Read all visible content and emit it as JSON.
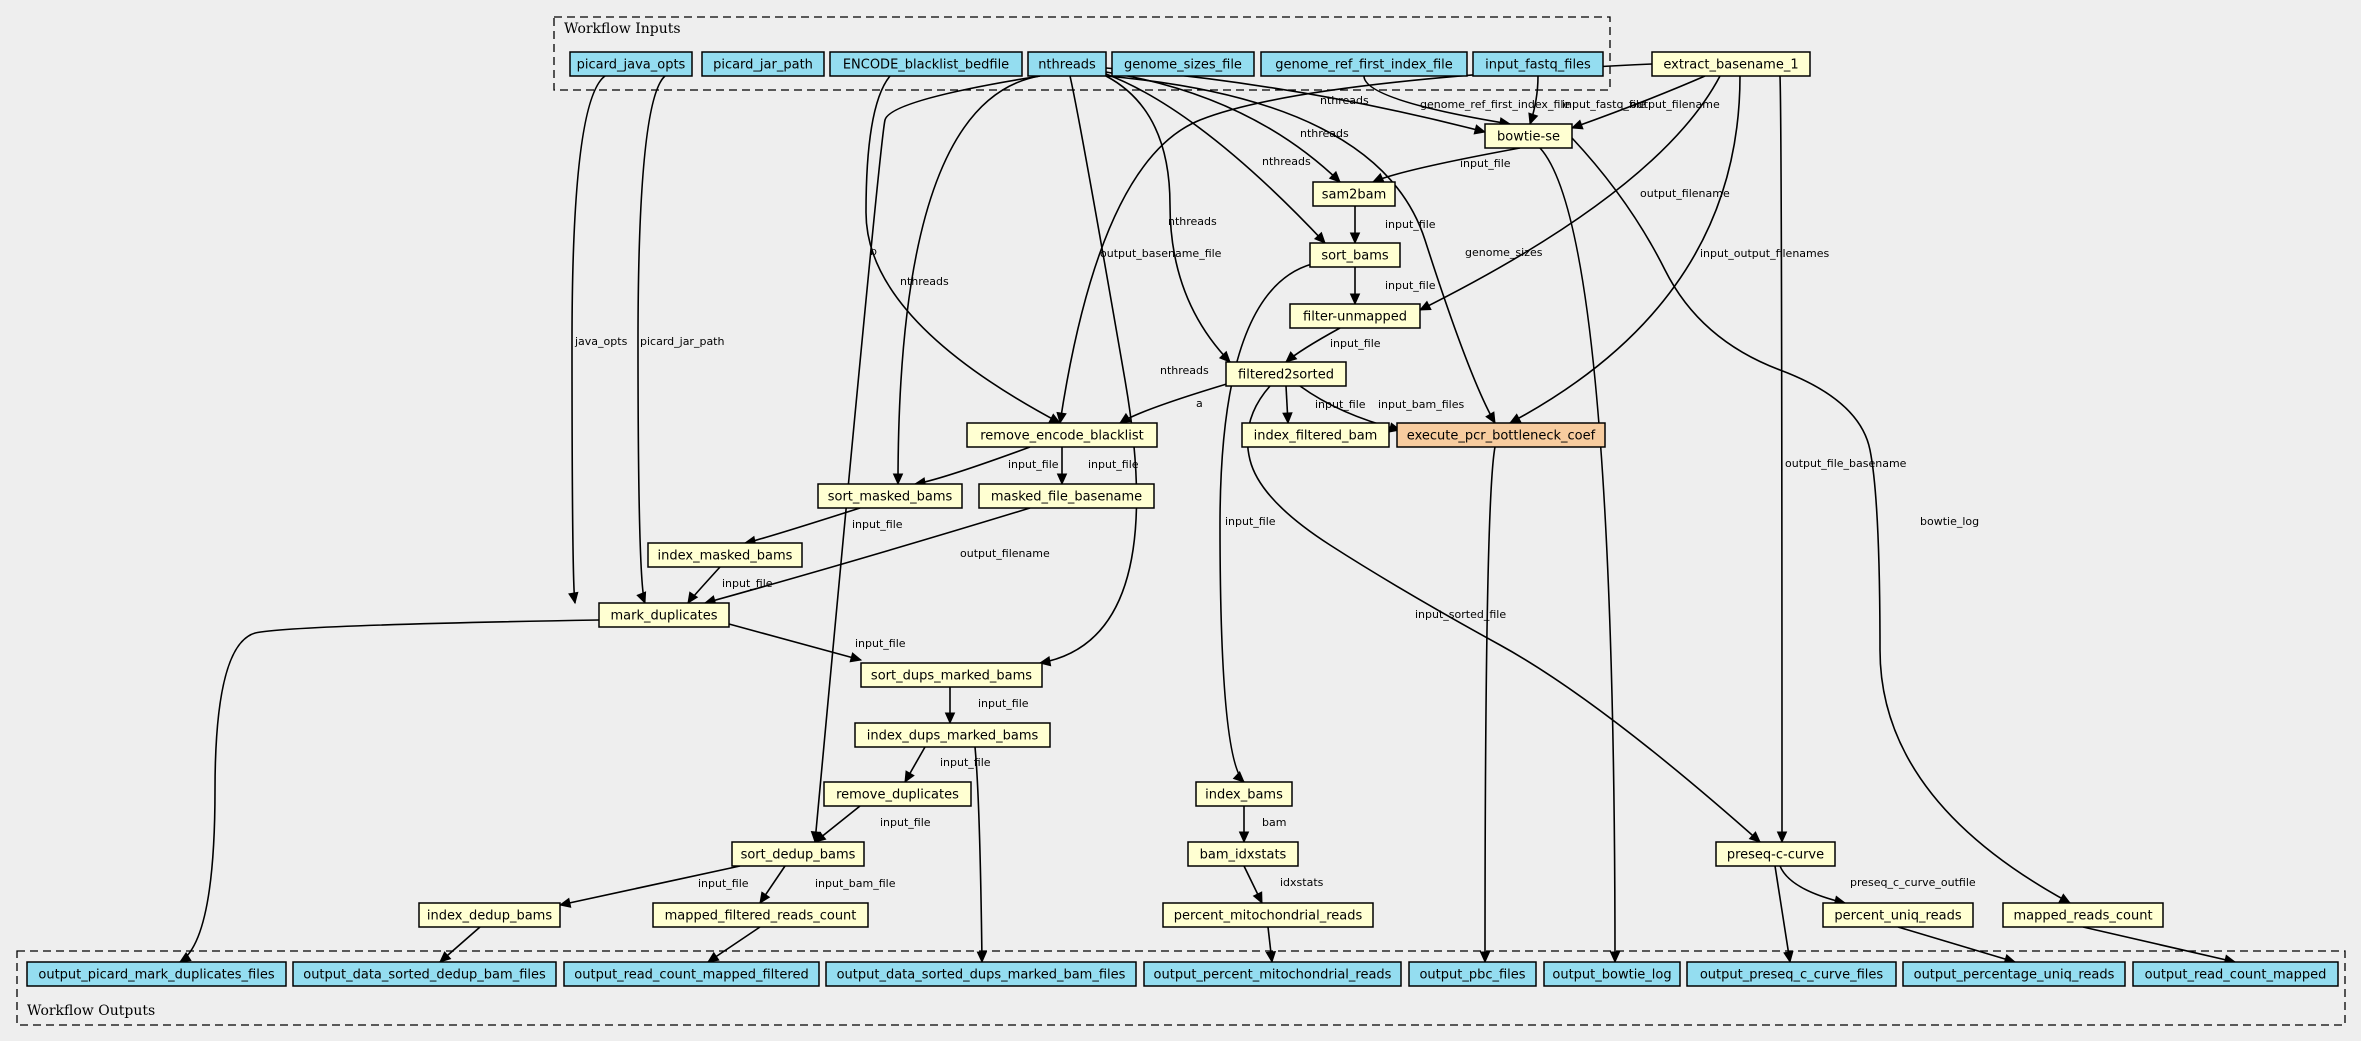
{
  "colors": {
    "background": "#eeeeee",
    "input": "#94ddf0",
    "step": "#ffffd2",
    "highlight": "#f7cc9f",
    "edge": "#000000"
  },
  "clusters": {
    "inputs": "Workflow Inputs",
    "outputs": "Workflow Outputs"
  },
  "nodes": [
    {
      "id": "picard_java_opts",
      "label": "picard_java_opts",
      "kind": "input"
    },
    {
      "id": "picard_jar_path",
      "label": "picard_jar_path",
      "kind": "input"
    },
    {
      "id": "ENCODE_blacklist_bedfile",
      "label": "ENCODE_blacklist_bedfile",
      "kind": "input"
    },
    {
      "id": "nthreads",
      "label": "nthreads",
      "kind": "input"
    },
    {
      "id": "genome_sizes_file",
      "label": "genome_sizes_file",
      "kind": "input"
    },
    {
      "id": "genome_ref_first_index_file",
      "label": "genome_ref_first_index_file",
      "kind": "input"
    },
    {
      "id": "input_fastq_files",
      "label": "input_fastq_files",
      "kind": "input"
    },
    {
      "id": "extract_basename_1",
      "label": "extract_basename_1",
      "kind": "step"
    },
    {
      "id": "bowtie_se",
      "label": "bowtie-se",
      "kind": "step"
    },
    {
      "id": "sam2bam",
      "label": "sam2bam",
      "kind": "step"
    },
    {
      "id": "sort_bams",
      "label": "sort_bams",
      "kind": "step"
    },
    {
      "id": "filter_unmapped",
      "label": "filter-unmapped",
      "kind": "step"
    },
    {
      "id": "filtered2sorted",
      "label": "filtered2sorted",
      "kind": "step"
    },
    {
      "id": "remove_encode_blacklist",
      "label": "remove_encode_blacklist",
      "kind": "step"
    },
    {
      "id": "index_filtered_bam",
      "label": "index_filtered_bam",
      "kind": "step"
    },
    {
      "id": "execute_pcr_bottleneck_coef",
      "label": "execute_pcr_bottleneck_coef",
      "kind": "highlight"
    },
    {
      "id": "sort_masked_bams",
      "label": "sort_masked_bams",
      "kind": "step"
    },
    {
      "id": "masked_file_basename",
      "label": "masked_file_basename",
      "kind": "step"
    },
    {
      "id": "index_masked_bams",
      "label": "index_masked_bams",
      "kind": "step"
    },
    {
      "id": "mark_duplicates",
      "label": "mark_duplicates",
      "kind": "step"
    },
    {
      "id": "sort_dups_marked_bams",
      "label": "sort_dups_marked_bams",
      "kind": "step"
    },
    {
      "id": "index_dups_marked_bams",
      "label": "index_dups_marked_bams",
      "kind": "step"
    },
    {
      "id": "remove_duplicates",
      "label": "remove_duplicates",
      "kind": "step"
    },
    {
      "id": "sort_dedup_bams",
      "label": "sort_dedup_bams",
      "kind": "step"
    },
    {
      "id": "index_dedup_bams",
      "label": "index_dedup_bams",
      "kind": "step"
    },
    {
      "id": "mapped_filtered_reads_count",
      "label": "mapped_filtered_reads_count",
      "kind": "step"
    },
    {
      "id": "index_bams",
      "label": "index_bams",
      "kind": "step"
    },
    {
      "id": "bam_idxstats",
      "label": "bam_idxstats",
      "kind": "step"
    },
    {
      "id": "percent_mitochondrial_reads",
      "label": "percent_mitochondrial_reads",
      "kind": "step"
    },
    {
      "id": "preseq_c_curve",
      "label": "preseq-c-curve",
      "kind": "step"
    },
    {
      "id": "percent_uniq_reads",
      "label": "percent_uniq_reads",
      "kind": "step"
    },
    {
      "id": "mapped_reads_count",
      "label": "mapped_reads_count",
      "kind": "step"
    },
    {
      "id": "output_picard_mark_duplicates_files",
      "label": "output_picard_mark_duplicates_files",
      "kind": "input"
    },
    {
      "id": "output_data_sorted_dedup_bam_files",
      "label": "output_data_sorted_dedup_bam_files",
      "kind": "input"
    },
    {
      "id": "output_read_count_mapped_filtered",
      "label": "output_read_count_mapped_filtered",
      "kind": "input"
    },
    {
      "id": "output_data_sorted_dups_marked_bam_files",
      "label": "output_data_sorted_dups_marked_bam_files",
      "kind": "input"
    },
    {
      "id": "output_percent_mitochondrial_reads",
      "label": "output_percent_mitochondrial_reads",
      "kind": "input"
    },
    {
      "id": "output_pbc_files",
      "label": "output_pbc_files",
      "kind": "input"
    },
    {
      "id": "output_bowtie_log",
      "label": "output_bowtie_log",
      "kind": "input"
    },
    {
      "id": "output_preseq_c_curve_files",
      "label": "output_preseq_c_curve_files",
      "kind": "input"
    },
    {
      "id": "output_percentage_uniq_reads",
      "label": "output_percentage_uniq_reads",
      "kind": "input"
    },
    {
      "id": "output_read_count_mapped",
      "label": "output_read_count_mapped",
      "kind": "input"
    }
  ],
  "edges": [
    {
      "from": "picard_java_opts",
      "to": "mark_duplicates",
      "label": "java_opts"
    },
    {
      "from": "picard_jar_path",
      "to": "mark_duplicates",
      "label": "picard_jar_path"
    },
    {
      "from": "ENCODE_blacklist_bedfile",
      "to": "remove_encode_blacklist",
      "label": "b"
    },
    {
      "from": "nthreads",
      "to": "bowtie_se",
      "label": "nthreads"
    },
    {
      "from": "nthreads",
      "to": "sam2bam",
      "label": "nthreads"
    },
    {
      "from": "nthreads",
      "to": "sort_bams",
      "label": "nthreads"
    },
    {
      "from": "nthreads",
      "to": "filtered2sorted",
      "label": "nthreads"
    },
    {
      "from": "nthreads",
      "to": "sort_masked_bams",
      "label": "nthreads"
    },
    {
      "from": "nthreads",
      "to": "sort_dups_marked_bams",
      "label": "nthreads"
    },
    {
      "from": "nthreads",
      "to": "sort_dedup_bams",
      "label": "nthreads"
    },
    {
      "from": "genome_sizes_file",
      "to": "execute_pcr_bottleneck_coef",
      "label": "genome_sizes"
    },
    {
      "from": "genome_ref_first_index_file",
      "to": "bowtie_se",
      "label": "genome_ref_first_index_file"
    },
    {
      "from": "input_fastq_files",
      "to": "bowtie_se",
      "label": "input_fastq_file"
    },
    {
      "from": "extract_basename_1",
      "to": "bowtie_se",
      "label": "output_filename"
    },
    {
      "from": "extract_basename_1",
      "to": "filter_unmapped",
      "label": "output_filename"
    },
    {
      "from": "extract_basename_1",
      "to": "execute_pcr_bottleneck_coef",
      "label": "input_output_filenames"
    },
    {
      "from": "extract_basename_1",
      "to": "remove_encode_blacklist",
      "label": "output_basename_file"
    },
    {
      "from": "extract_basename_1",
      "to": "preseq_c_curve",
      "label": "output_file_basename"
    },
    {
      "from": "bowtie_se",
      "to": "sam2bam",
      "label": "input_file"
    },
    {
      "from": "bowtie_se",
      "to": "output_bowtie_log",
      "label": ""
    },
    {
      "from": "bowtie_se",
      "to": "mapped_reads_count",
      "label": "bowtie_log"
    },
    {
      "from": "sam2bam",
      "to": "sort_bams",
      "label": "input_file"
    },
    {
      "from": "sort_bams",
      "to": "filter_unmapped",
      "label": "input_file"
    },
    {
      "from": "sort_bams",
      "to": "index_bams",
      "label": "input_file"
    },
    {
      "from": "filter_unmapped",
      "to": "filtered2sorted",
      "label": "input_file"
    },
    {
      "from": "filtered2sorted",
      "to": "remove_encode_blacklist",
      "label": "a"
    },
    {
      "from": "filtered2sorted",
      "to": "index_filtered_bam",
      "label": "input_file"
    },
    {
      "from": "filtered2sorted",
      "to": "execute_pcr_bottleneck_coef",
      "label": "input_bam_files"
    },
    {
      "from": "filtered2sorted",
      "to": "preseq_c_curve",
      "label": "input_sorted_file"
    },
    {
      "from": "remove_encode_blacklist",
      "to": "sort_masked_bams",
      "label": "input_file"
    },
    {
      "from": "remove_encode_blacklist",
      "to": "masked_file_basename",
      "label": "input_file"
    },
    {
      "from": "sort_masked_bams",
      "to": "index_masked_bams",
      "label": "input_file"
    },
    {
      "from": "masked_file_basename",
      "to": "mark_duplicates",
      "label": "output_filename"
    },
    {
      "from": "index_masked_bams",
      "to": "mark_duplicates",
      "label": "input_file"
    },
    {
      "from": "mark_duplicates",
      "to": "sort_dups_marked_bams",
      "label": "input_file"
    },
    {
      "from": "mark_duplicates",
      "to": "output_picard_mark_duplicates_files",
      "label": ""
    },
    {
      "from": "sort_dups_marked_bams",
      "to": "index_dups_marked_bams",
      "label": "input_file"
    },
    {
      "from": "index_dups_marked_bams",
      "to": "remove_duplicates",
      "label": "input_file"
    },
    {
      "from": "index_dups_marked_bams",
      "to": "output_data_sorted_dups_marked_bam_files",
      "label": ""
    },
    {
      "from": "remove_duplicates",
      "to": "sort_dedup_bams",
      "label": "input_file"
    },
    {
      "from": "sort_dedup_bams",
      "to": "index_dedup_bams",
      "label": "input_file"
    },
    {
      "from": "sort_dedup_bams",
      "to": "mapped_filtered_reads_count",
      "label": "input_bam_file"
    },
    {
      "from": "index_dedup_bams",
      "to": "output_data_sorted_dedup_bam_files",
      "label": ""
    },
    {
      "from": "mapped_filtered_reads_count",
      "to": "output_read_count_mapped_filtered",
      "label": ""
    },
    {
      "from": "index_bams",
      "to": "bam_idxstats",
      "label": "bam"
    },
    {
      "from": "bam_idxstats",
      "to": "percent_mitochondrial_reads",
      "label": "idxstats"
    },
    {
      "from": "percent_mitochondrial_reads",
      "to": "output_percent_mitochondrial_reads",
      "label": ""
    },
    {
      "from": "execute_pcr_bottleneck_coef",
      "to": "output_pbc_files",
      "label": ""
    },
    {
      "from": "preseq_c_curve",
      "to": "percent_uniq_reads",
      "label": "preseq_c_curve_outfile"
    },
    {
      "from": "preseq_c_curve",
      "to": "output_preseq_c_curve_files",
      "label": ""
    },
    {
      "from": "percent_uniq_reads",
      "to": "output_percentage_uniq_reads",
      "label": ""
    },
    {
      "from": "mapped_reads_count",
      "to": "output_read_count_mapped",
      "label": ""
    }
  ]
}
